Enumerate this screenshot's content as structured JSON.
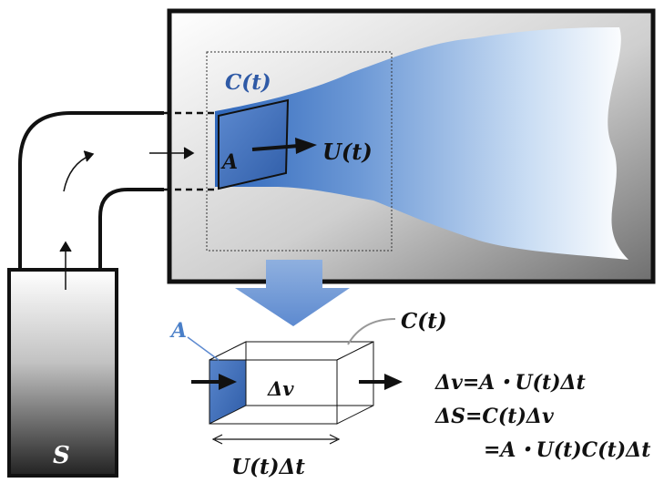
{
  "labels": {
    "plume_contour": "C(t)",
    "plume_area": "A",
    "plume_velocity": "U(t)",
    "box_area": "A",
    "box_concentration": "C(t)",
    "box_volume": "Δv",
    "box_length": "U(t)Δt",
    "source": "S"
  },
  "equations": {
    "line1": "Δv=A・U(t)Δt",
    "line2": "ΔS=C(t)Δv",
    "line3": "=A・U(t)C(t)Δt"
  },
  "colors": {
    "plume_blue": "#4a7fc8",
    "label_blue": "#3a5fa8",
    "arrow_blue": "#7aa0d8",
    "frame": "#111111"
  }
}
